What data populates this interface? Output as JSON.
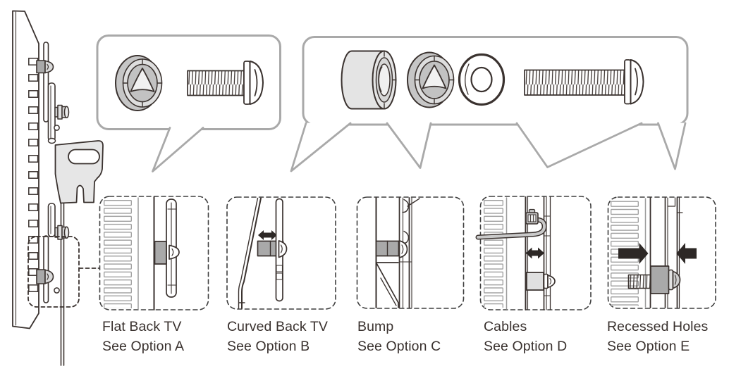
{
  "diagram": {
    "panels": [
      {
        "letter": "A",
        "name": "Flat Back TV",
        "option": "See Option A"
      },
      {
        "letter": "B",
        "name": "Curved Back TV",
        "option": "See Option B"
      },
      {
        "letter": "C",
        "name": "Bump",
        "option": "See Option C"
      },
      {
        "letter": "D",
        "name": "Cables",
        "option": "See Option D"
      },
      {
        "letter": "E",
        "name": "Recessed Holes",
        "option": "See Option E"
      }
    ],
    "hardware_bubbles": [
      {
        "id": "bubble-small",
        "items": [
          "ring-spacer-icon",
          "short-screw-icon"
        ]
      },
      {
        "id": "bubble-large",
        "items": [
          "deep-spacer-icon",
          "ring-spacer-icon",
          "flat-washer-icon",
          "long-screw-icon"
        ]
      }
    ],
    "colors": {
      "ink": "#3a322f",
      "bubble_outline": "#a9a9a9",
      "spacer_gray": "#a9a9a9",
      "light_gray": "#e4e4e4",
      "rib_gray": "#9c9c9c",
      "arrow_black": "#2d2826",
      "background": "#ffffff"
    }
  }
}
